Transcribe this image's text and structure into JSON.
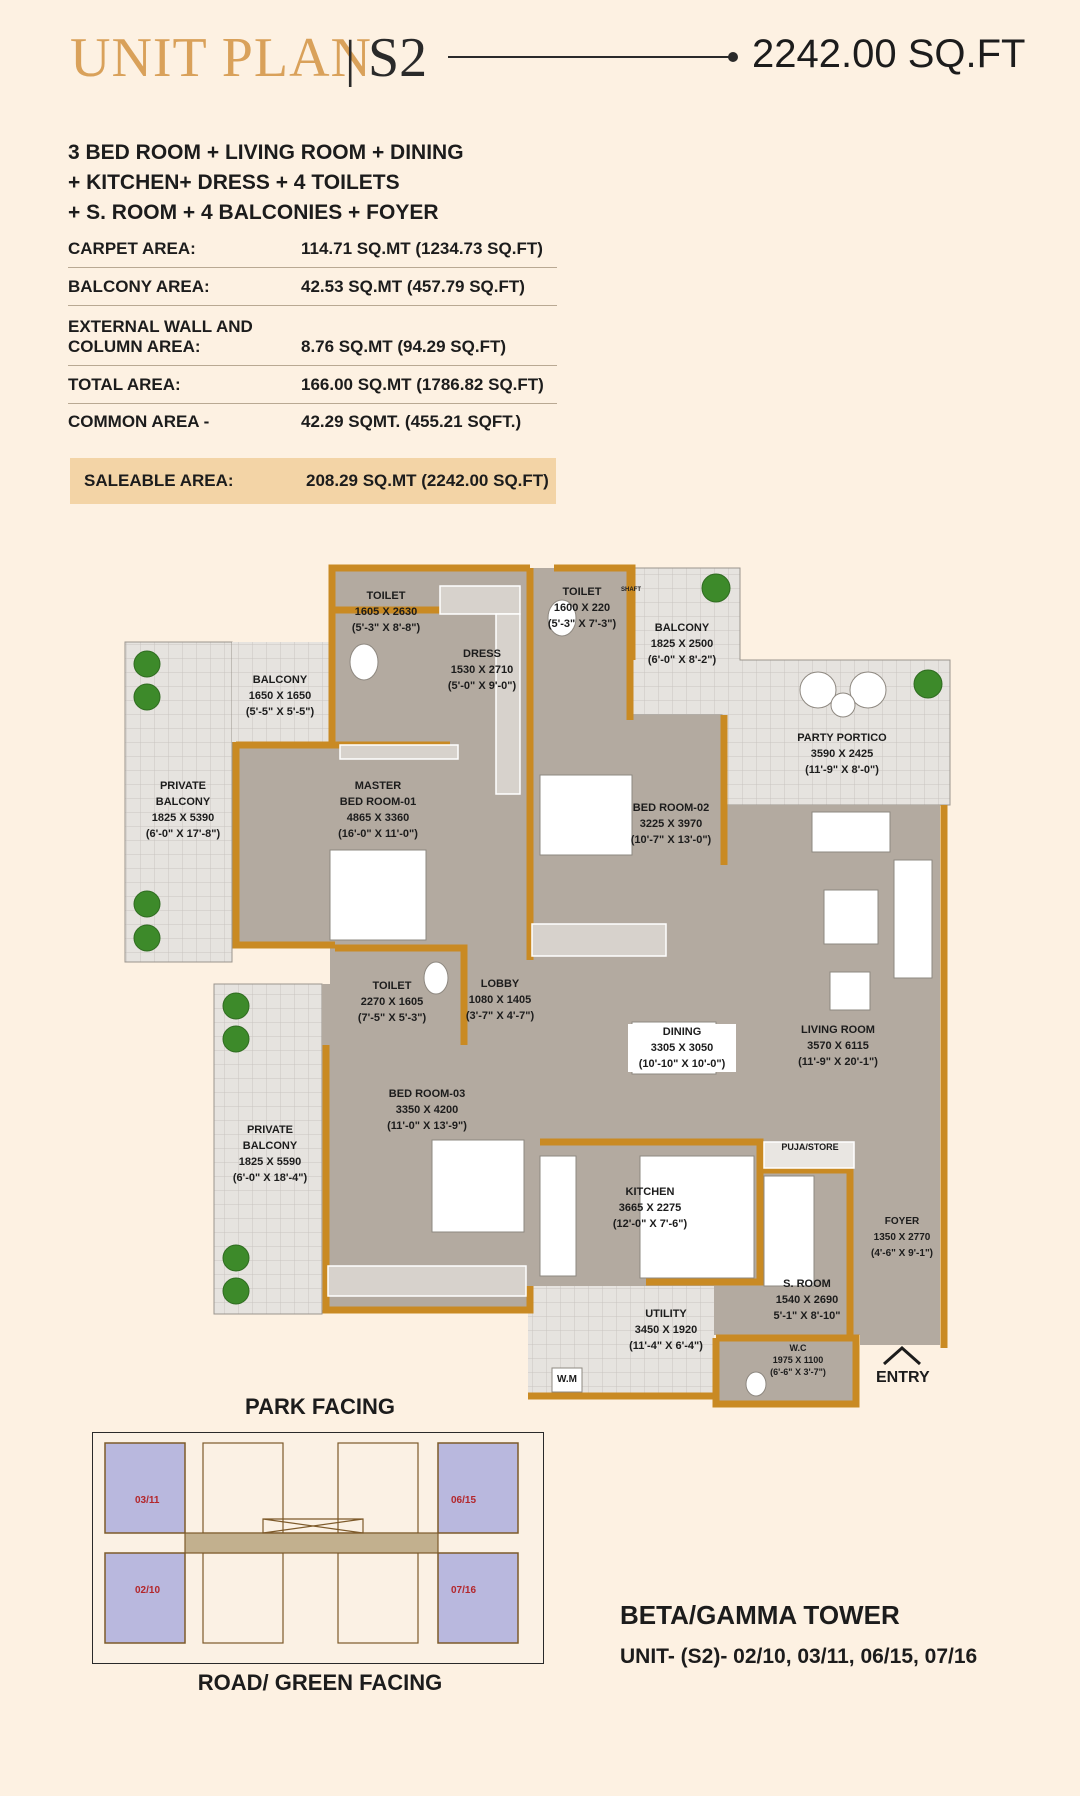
{
  "header": {
    "title": "UNIT PLAN",
    "separator": "|",
    "unit": "S2",
    "area": "2242.00 SQ.FT"
  },
  "config": {
    "line1": "3 BED ROOM + LIVING ROOM + DINING",
    "line2": "+ KITCHEN+ DRESS + 4 TOILETS",
    "line3": "+ S. ROOM + 4 BALCONIES + FOYER"
  },
  "area_table": [
    {
      "label": "CARPET AREA:",
      "value": "114.71 SQ.MT (1234.73 SQ.FT)"
    },
    {
      "label": "BALCONY AREA:",
      "value": "42.53 SQ.MT (457.79 SQ.FT)"
    },
    {
      "label": "EXTERNAL WALL AND",
      "label2": "COLUMN AREA:",
      "value": "8.76 SQ.MT (94.29 SQ.FT)"
    },
    {
      "label": "TOTAL AREA:",
      "value": "166.00 SQ.MT (1786.82 SQ.FT)"
    },
    {
      "label": "COMMON AREA -",
      "value": "42.29 SQMT. (455.21 SQFT.)"
    }
  ],
  "saleable": {
    "label": "SALEABLE AREA:",
    "value": "208.29 SQ.MT (2242.00 SQ.FT)"
  },
  "rooms": {
    "toilet1": {
      "name": "TOILET",
      "dim": "1605 X 2630",
      "ft": "(5'-3\" X 8'-8\")"
    },
    "dress": {
      "name": "DRESS",
      "dim": "1530 X 2710",
      "ft": "(5'-0\" X 9'-0\")"
    },
    "toilet2": {
      "name": "TOILET",
      "dim": "1600 X 220",
      "ft": "(5'-3\" X 7'-3\")"
    },
    "balcony2": {
      "name": "BALCONY",
      "dim": "1825 X 2500",
      "ft": "(6'-0\" X 8'-2\")"
    },
    "balcony1": {
      "name": "BALCONY",
      "dim": "1650 X 1650",
      "ft": "(5'-5\" X 5'-5\")"
    },
    "portico": {
      "name": "PARTY PORTICO",
      "dim": "3590 X 2425",
      "ft": "(11'-9\" X 8'-0\")"
    },
    "pbalcony1": {
      "name": "PRIVATE",
      "name2": "BALCONY",
      "dim": "1825 X 5390",
      "ft": "(6'-0\" X 17'-8\")"
    },
    "master": {
      "name": "MASTER",
      "name2": "BED ROOM-01",
      "dim": "4865 X 3360",
      "ft": "(16'-0\" X 11'-0\")"
    },
    "bed2": {
      "name": "BED ROOM-02",
      "dim": "3225 X 3970",
      "ft": "(10'-7\" X 13'-0\")"
    },
    "toilet3": {
      "name": "TOILET",
      "dim": "2270 X 1605",
      "ft": "(7'-5\" X 5'-3\")"
    },
    "lobby": {
      "name": "LOBBY",
      "dim": "1080 X 1405",
      "ft": "(3'-7\" X 4'-7\")"
    },
    "dining": {
      "name": "DINING",
      "dim": "3305 X 3050",
      "ft": "(10'-10\" X 10'-0\")"
    },
    "living": {
      "name": "LIVING ROOM",
      "dim": "3570 X 6115",
      "ft": "(11'-9\" X 20'-1\")"
    },
    "pbalcony2": {
      "name": "PRIVATE",
      "name2": "BALCONY",
      "dim": "1825 X 5590",
      "ft": "(6'-0\" X 18'-4\")"
    },
    "bed3": {
      "name": "BED ROOM-03",
      "dim": "3350 X 4200",
      "ft": "(11'-0\" X 13'-9\")"
    },
    "puja": {
      "name": "PUJA/STORE"
    },
    "kitchen": {
      "name": "KITCHEN",
      "dim": "3665 X 2275",
      "ft": "(12'-0\" X 7'-6\")"
    },
    "foyer": {
      "name": "FOYER",
      "dim": "1350 X 2770",
      "ft": "(4'-6\" X 9'-1\")"
    },
    "sroom": {
      "name": "S. ROOM",
      "dim": "1540 X 2690",
      "ft": "5'-1\" X 8'-10\""
    },
    "utility": {
      "name": "UTILITY",
      "dim": "3450 X 1920",
      "ft": "(11'-4\" X 6'-4\")"
    },
    "wc": {
      "name": "W.C",
      "dim": "1975 X 1100",
      "ft": "(6'-6\" X 3'-7\")"
    },
    "wm": "W.M",
    "shaft": "SHAFT",
    "entry": "ENTRY"
  },
  "key_plan": {
    "top_caption": "PARK FACING",
    "bottom_caption": "ROAD/ GREEN FACING",
    "unit_labels": [
      "03/11",
      "02/10",
      "06/15",
      "07/16"
    ]
  },
  "tower": {
    "name": "BETA/GAMMA TOWER",
    "units": "UNIT- (S2)- 02/10, 03/11, 06/15, 07/16"
  },
  "colors": {
    "background": "#fdf1e2",
    "accent_gold": "#d9a15a",
    "wall": "#c98a23",
    "floor": "#b5aba0",
    "balcony_tile": "#e4e2df",
    "saleable_highlight": "#f3d4a6",
    "key_unit_fill": "#b9b8de"
  }
}
